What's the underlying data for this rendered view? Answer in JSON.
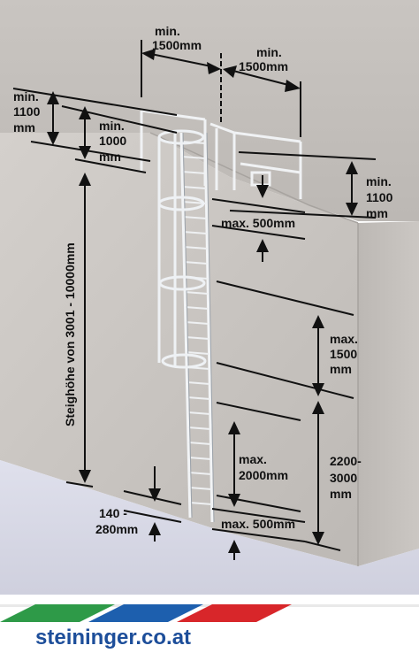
{
  "labels": {
    "top_left_line1": "min.",
    "top_left_line2": "1500mm",
    "top_right_line1": "min.",
    "top_right_line2": "1500mm",
    "left_outer_line1": "min.",
    "left_outer_line2": "1100",
    "left_outer_line3": "mm",
    "left_inner_line1": "min.",
    "left_inner_line2": "1000",
    "left_inner_line3": "mm",
    "right_top_line1": "min.",
    "right_top_line2": "1100",
    "right_top_line3": "mm",
    "max_500_top": "max. 500mm",
    "max_1500_line1": "max.",
    "max_1500_line2": "1500",
    "max_1500_line3": "mm",
    "max_2000_line1": "max.",
    "max_2000_line2": "2000mm",
    "range_2200_line1": "2200-",
    "range_2200_line2": "3000",
    "range_2200_line3": "mm",
    "range_140_line1": "140 -",
    "range_140_line2": "280mm",
    "max_500_bottom": "max. 500mm",
    "vertical_height": "Steighöhe von 3001 - 10000mm"
  },
  "footer": {
    "website": "steininger.co.at"
  },
  "colors": {
    "concrete_light": "#cfcbc7",
    "concrete_dark": "#b7b3af",
    "floor": "#d6d7e4",
    "ladder": "#e8ecf0",
    "stripe_green": "#2e9a48",
    "stripe_blue": "#1d5fae",
    "stripe_red": "#d8262a",
    "footer_text": "#1d4e9a"
  }
}
